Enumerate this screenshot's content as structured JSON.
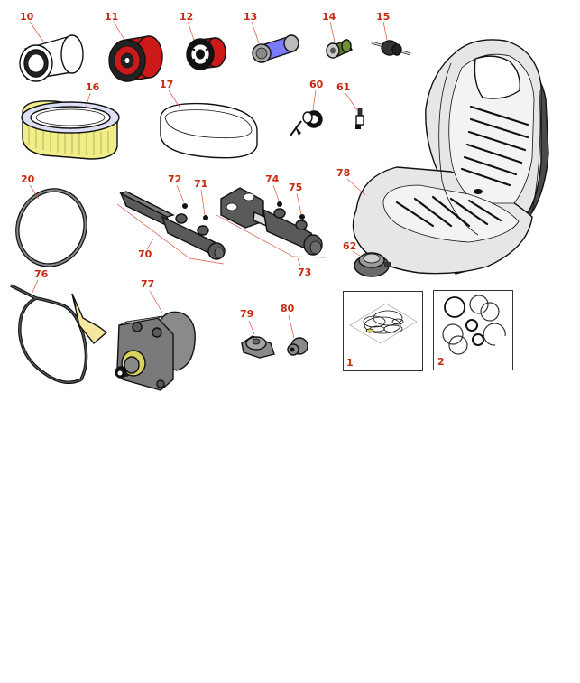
{
  "diagram": {
    "callouts": [
      "10",
      "11",
      "12",
      "13",
      "14",
      "15",
      "16",
      "17",
      "60",
      "61",
      "20",
      "72",
      "71",
      "74",
      "75",
      "78",
      "70",
      "73",
      "62",
      "76",
      "77",
      "79",
      "80",
      "1",
      "2"
    ]
  },
  "colors": {
    "callout": "#c8290f",
    "leader": "#d9533f",
    "filter_red": "#cc1a1a",
    "hose_blue": "#7b7bff",
    "filter_green": "#5c7a2e",
    "element_yellow": "#f1ee8a",
    "seat_light": "#e6e6e6",
    "seat_dark": "#4a4a4a",
    "cylinder_gray": "#5a5a5a",
    "motor_gray": "#8a8a8a",
    "handle_yellow": "#f5e6a0"
  }
}
